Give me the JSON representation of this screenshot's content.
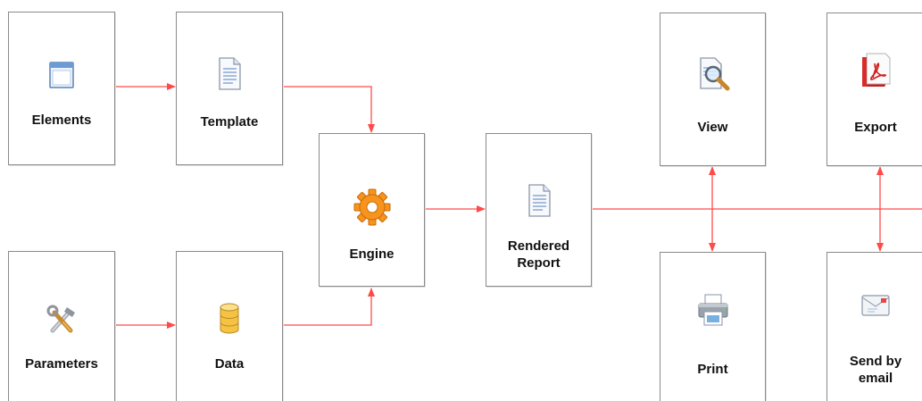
{
  "nodes": {
    "elements": {
      "label": "Elements",
      "icon": "window-icon"
    },
    "template": {
      "label": "Template",
      "icon": "document-icon"
    },
    "parameters": {
      "label": "Parameters",
      "icon": "tools-icon"
    },
    "data": {
      "label": "Data",
      "icon": "database-icon"
    },
    "engine": {
      "label": "Engine",
      "icon": "gear-icon"
    },
    "rendered_report": {
      "label": "Rendered\nReport",
      "icon": "document-icon"
    },
    "view": {
      "label": "View",
      "icon": "magnifier-document-icon"
    },
    "export": {
      "label": "Export",
      "icon": "pdf-icon"
    },
    "print": {
      "label": "Print",
      "icon": "printer-icon"
    },
    "send_by_email": {
      "label": "Send by\nemail",
      "icon": "envelope-icon"
    }
  },
  "colors": {
    "connector": "#ff4a4a",
    "node_border": "#8a8a8a",
    "gear": "#f7941d",
    "database": "#f5c242"
  }
}
